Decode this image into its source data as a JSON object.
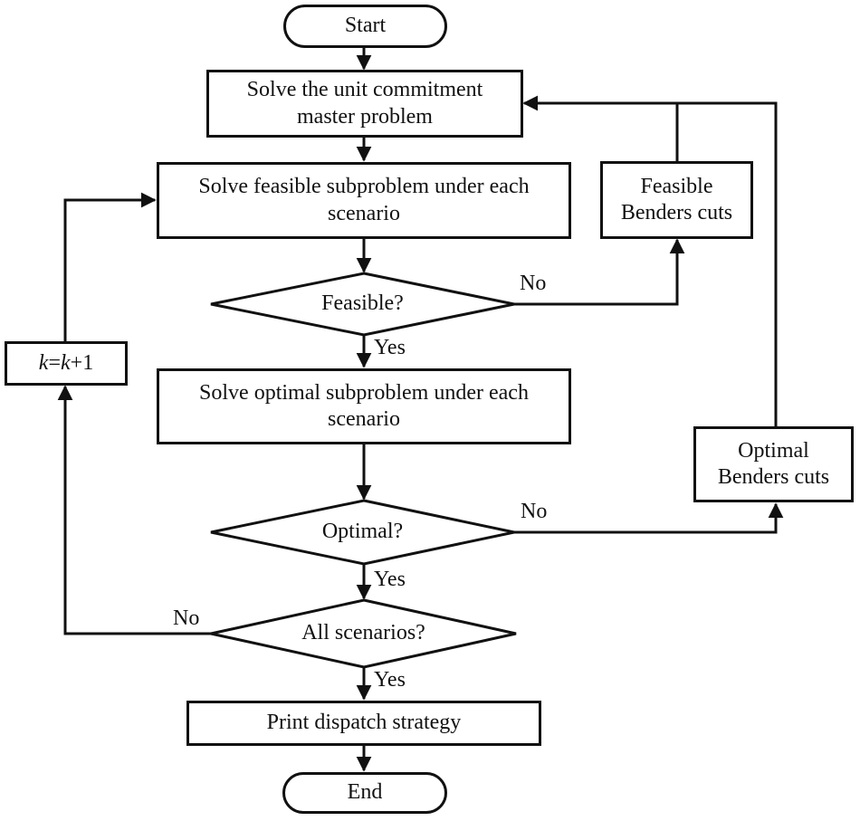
{
  "canvas": {
    "background_color": "#ffffff",
    "line_color": "#111111"
  },
  "nodes": {
    "start": {
      "label": "Start"
    },
    "master": {
      "lines": [
        "Solve the unit commitment",
        "master problem"
      ]
    },
    "feasible_sub": {
      "lines": [
        "Solve feasible subproblem under each",
        "scenario"
      ]
    },
    "feasible_decision": {
      "label": "Feasible?"
    },
    "optimal_sub": {
      "lines": [
        "Solve optimal subproblem under each",
        "scenario"
      ]
    },
    "optimal_decision": {
      "label": "Optimal?"
    },
    "all_scenarios_decision": {
      "label": "All scenarios?"
    },
    "print_dispatch": {
      "label": "Print dispatch strategy"
    },
    "end": {
      "label": "End"
    },
    "k_increment": {
      "parts": [
        "k",
        "=",
        "k",
        "+1"
      ]
    },
    "feasible_cuts": {
      "lines": [
        "Feasible",
        "Benders cuts"
      ]
    },
    "optimal_cuts": {
      "lines": [
        "Optimal",
        "Benders cuts"
      ]
    }
  },
  "edge_labels": {
    "feasible_no": "No",
    "feasible_yes": "Yes",
    "optimal_no": "No",
    "optimal_yes": "Yes",
    "all_scenarios_no": "No",
    "all_scenarios_yes": "Yes"
  }
}
